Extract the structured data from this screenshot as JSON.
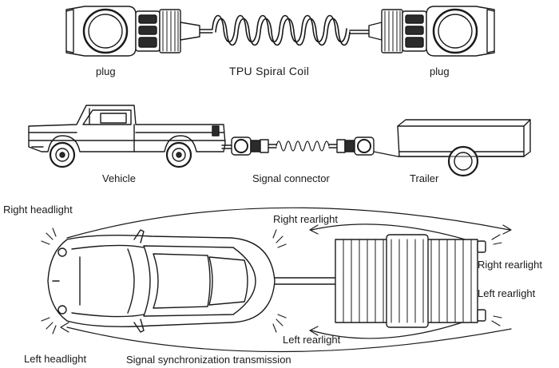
{
  "labels": {
    "plug_left": "plug",
    "coil": "TPU Spiral Coil",
    "plug_right": "plug",
    "vehicle": "Vehicle",
    "signal_connector": "Signal connector",
    "trailer": "Trailer",
    "right_headlight": "Right headlight",
    "left_headlight": "Left headlight",
    "right_rearlight_top": "Right rearlight",
    "right_rearlight_side": "Right rearlight",
    "left_rearlight_side": "Left rearlight",
    "left_rearlight_bottom": "Left rearlight",
    "transmission": "Signal synchronization transmission"
  },
  "colors": {
    "stroke": "#1a1a1a",
    "fill": "#ffffff",
    "shade": "#2b2b2b"
  }
}
